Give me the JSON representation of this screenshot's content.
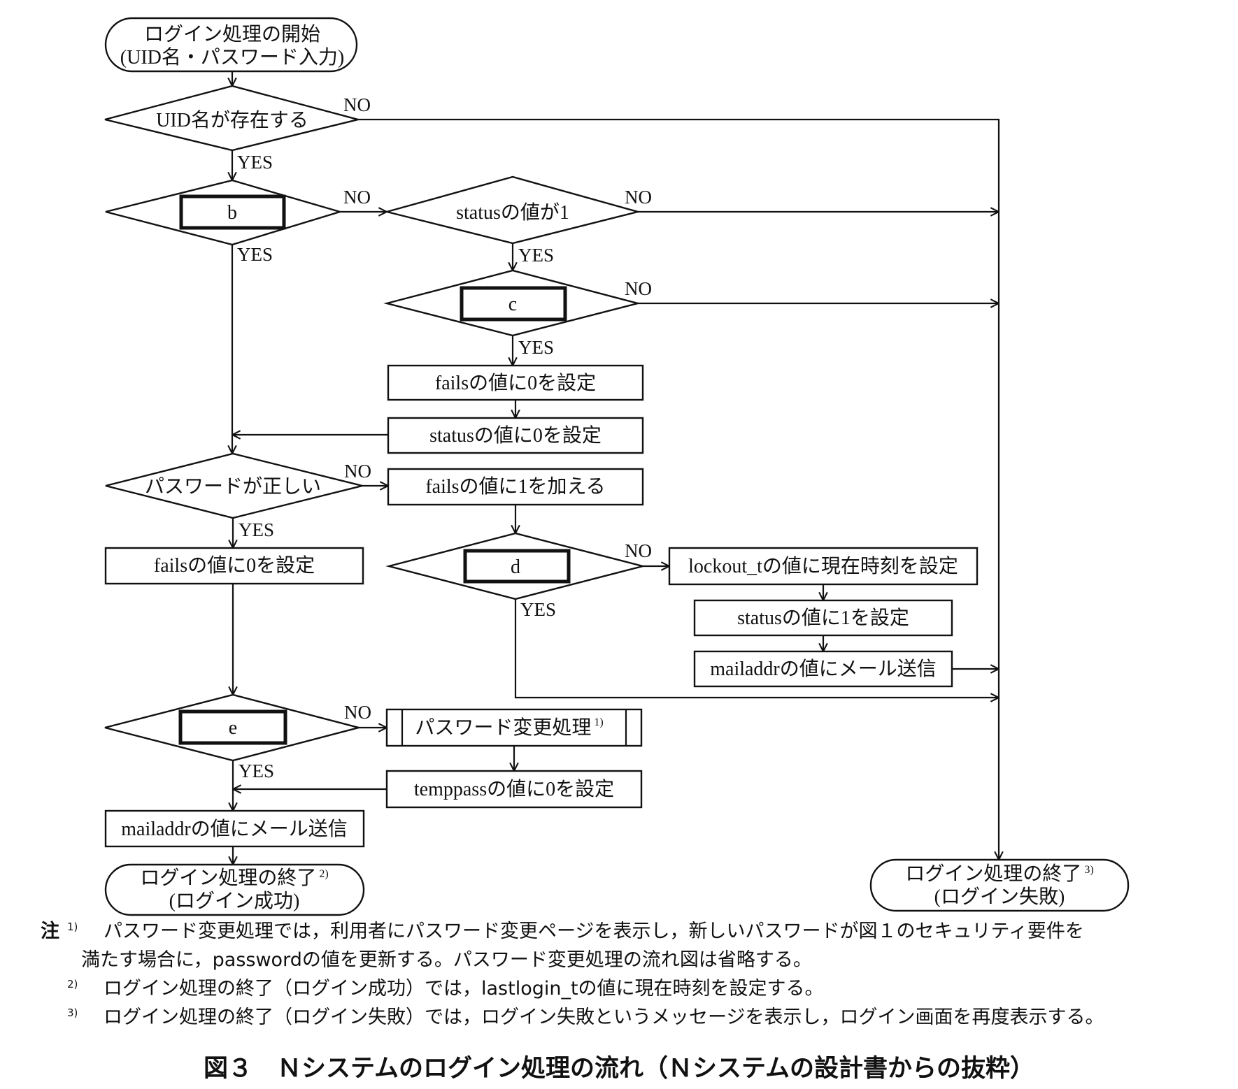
{
  "figure": {
    "caption": "図３　Ｎシステムのログイン処理の流れ（Ｎシステムの設計書からの抜粋）"
  },
  "labels": {
    "yes": "YES",
    "no": "NO"
  },
  "nodes": {
    "start": {
      "line1": "ログイン処理の開始",
      "line2": "(UID名・パスワード入力)"
    },
    "uid_exists": "UID名が存在する",
    "blank_b": "b",
    "status_is_1": "statusの値が1",
    "blank_c": "c",
    "set_fails_0_mid": "failsの値に0を設定",
    "set_status_0": "statusの値に0を設定",
    "password_correct": "パスワードが正しい",
    "add_fails_1": "failsの値に1を加える",
    "set_fails_0_left": "failsの値に0を設定",
    "blank_d": "d",
    "set_lockout_t": "lockout_tの値に現在時刻を設定",
    "set_status_1": "statusの値に1を設定",
    "mail_right": "mailaddrの値にメール送信",
    "blank_e": "e",
    "password_change": {
      "text": "パスワード変更処理",
      "note": "1)"
    },
    "set_temppass_0": "temppassの値に0を設定",
    "mail_left": "mailaddrの値にメール送信",
    "end_success": {
      "line1": "ログイン処理の終了",
      "note": "2)",
      "line2": "(ログイン成功)"
    },
    "end_failure": {
      "line1": "ログイン処理の終了",
      "note": "3)",
      "line2": "(ログイン失敗)"
    }
  },
  "notes": {
    "marker": "注",
    "items": [
      {
        "num": "1)",
        "lines": [
          "パスワード変更処理では，利用者にパスワード変更ページを表示し，新しいパスワードが図１のセキュリティ要件を",
          "満たす場合に，passwordの値を更新する。パスワード変更処理の流れ図は省略する。"
        ]
      },
      {
        "num": "2)",
        "lines": [
          "ログイン処理の終了（ログイン成功）では，lastlogin_tの値に現在時刻を設定する。"
        ]
      },
      {
        "num": "3)",
        "lines": [
          "ログイン処理の終了（ログイン失敗）では，ログイン失敗というメッセージを表示し，ログイン画面を再度表示する。"
        ]
      }
    ]
  }
}
